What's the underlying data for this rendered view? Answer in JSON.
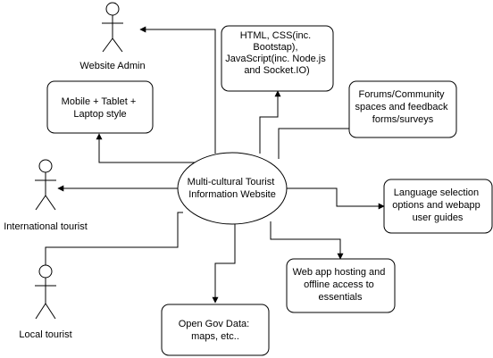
{
  "center": {
    "lines": [
      "Multi-cultural Tourist",
      "Information Website"
    ]
  },
  "actors": {
    "admin": {
      "label": "Website Admin"
    },
    "international": {
      "label": "International tourist"
    },
    "local": {
      "label": "Local tourist"
    }
  },
  "nodes": {
    "tech": {
      "lines": [
        "HTML, CSS(inc.",
        "Bootstap),",
        "JavaScript(inc. Node.js",
        "and Socket.IO)"
      ]
    },
    "responsive": {
      "lines": [
        "Mobile + Tablet +",
        "Laptop style"
      ]
    },
    "forums": {
      "lines": [
        "Forums/Community",
        "spaces and feedback",
        "forms/surveys"
      ]
    },
    "language": {
      "lines": [
        "Language selection",
        "options and webapp",
        "user guides"
      ]
    },
    "hosting": {
      "lines": [
        "Web app hosting and",
        "offline access to",
        "essentials"
      ]
    },
    "opengov": {
      "lines": [
        "Open Gov Data:",
        "maps, etc.."
      ]
    }
  },
  "colors": {
    "stroke": "#000000",
    "fill": "#ffffff",
    "text": "#000000"
  }
}
